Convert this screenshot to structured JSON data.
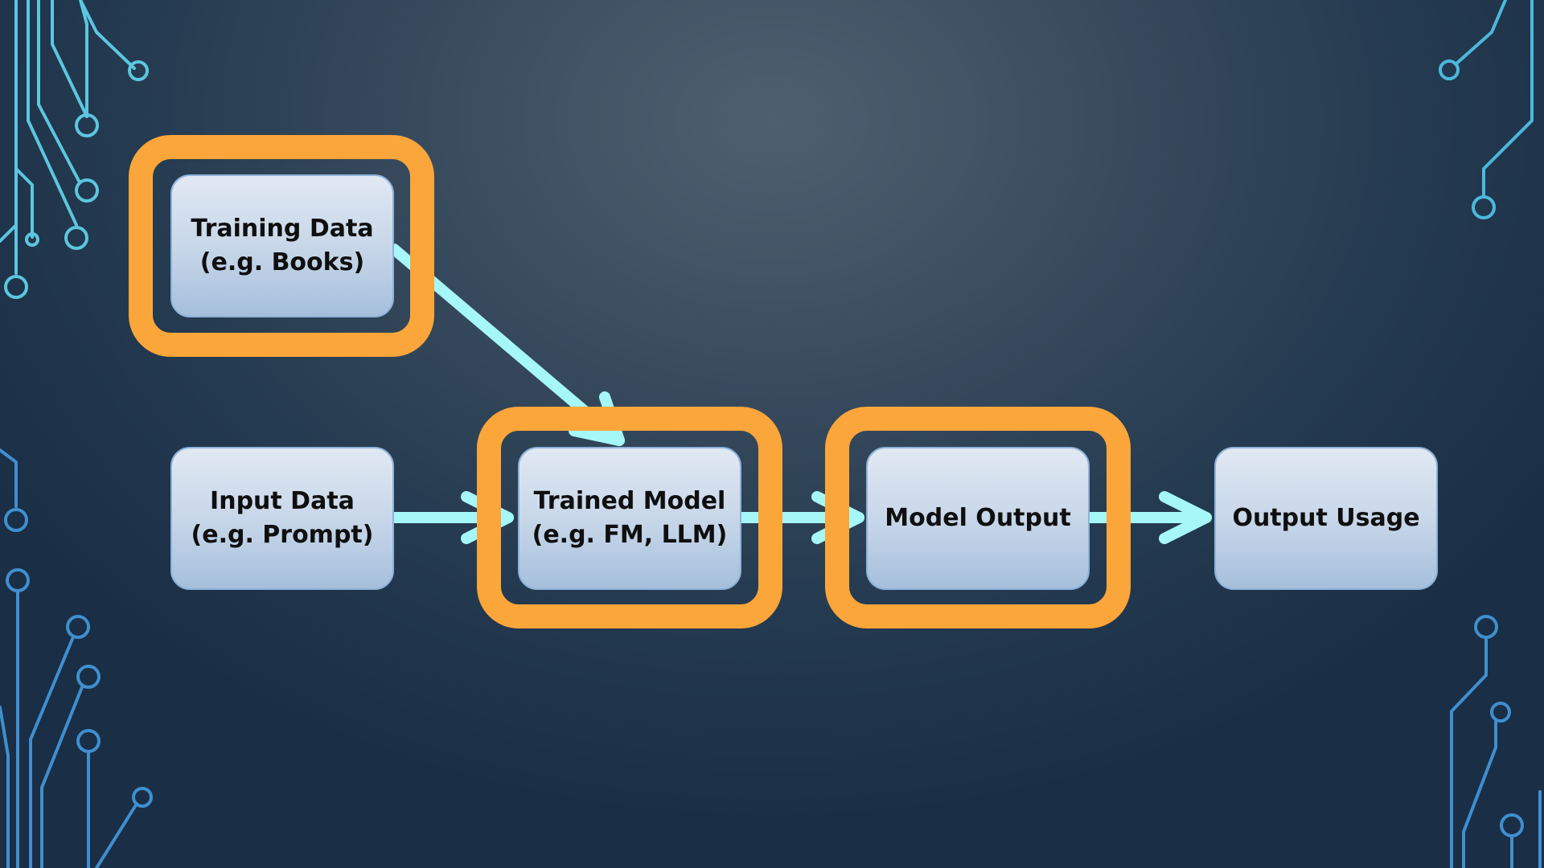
{
  "diagram": {
    "nodes": [
      {
        "id": "training-data",
        "label": "Training Data\n(e.g. Books)",
        "highlighted": true
      },
      {
        "id": "input-data",
        "label": "Input Data\n(e.g. Prompt)",
        "highlighted": false
      },
      {
        "id": "trained-model",
        "label": "Trained Model\n(e.g. FM, LLM)",
        "highlighted": true
      },
      {
        "id": "model-output",
        "label": "Model Output",
        "highlighted": true
      },
      {
        "id": "output-usage",
        "label": "Output Usage",
        "highlighted": false
      }
    ],
    "edges": [
      {
        "from": "training-data",
        "to": "trained-model"
      },
      {
        "from": "input-data",
        "to": "trained-model"
      },
      {
        "from": "trained-model",
        "to": "model-output"
      },
      {
        "from": "model-output",
        "to": "output-usage"
      }
    ]
  },
  "colors": {
    "highlight": "#fba63a",
    "arrow": "#a6f7f7",
    "node_fill_top": "#e1e9f3",
    "node_fill_bottom": "#a5bfdc",
    "circuit_decoration": "#4fa3d9"
  }
}
